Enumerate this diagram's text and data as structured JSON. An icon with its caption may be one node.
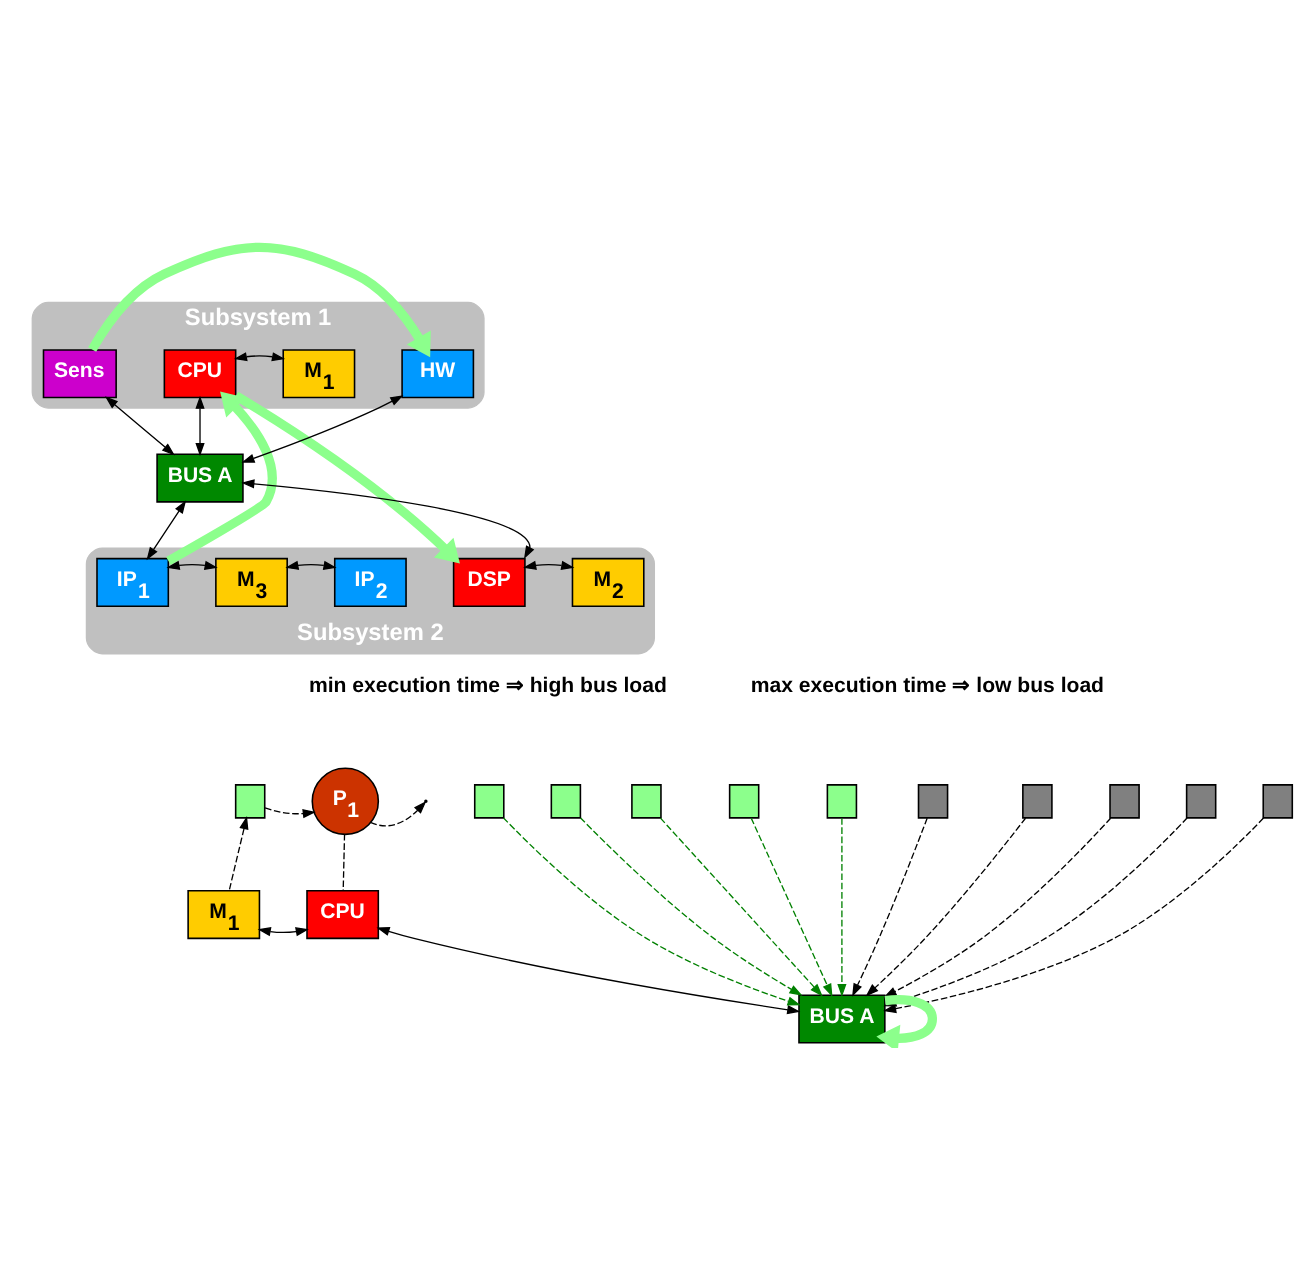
{
  "diagram": {
    "nodes": [
      {
        "text": [
          "Subsystem 1"
        ]
      },
      {
        "text": [
          "Sens"
        ],
        "in": 0
      },
      {
        "text": [
          "CPU"
        ],
        "in": 0
      },
      {
        "text": [
          "M$_{1}$"
        ],
        "in": 0
      },
      {
        "text": [
          "HW"
        ],
        "in": 0
      },
      {
        "text": [
          "BUS A"
        ]
      },
      {
        "text": [
          "Subsystem 2"
        ]
      },
      {
        "text": [
          "IP$_{1}$"
        ],
        "in": 6
      },
      {
        "text": [
          "M$_{3}$"
        ],
        "in": 6
      },
      {
        "text": [
          "IP$_{2}$"
        ],
        "in": 6
      },
      {
        "text": [
          "DSP"
        ],
        "in": 6
      },
      {
        "text": [
          "M$_{2}$"
        ],
        "in": 6
      },
      {
        "text": [],
        "shape": "box"
      },
      {
        "text": [
          "P$_{1}$"
        ]
      },
      {
        "text": [
          "M$_{1}$"
        ]
      },
      {
        "text": [
          "CPU"
        ]
      },
      {
        "text": [],
        "shape": "box"
      },
      {
        "text": [],
        "shape": "box"
      },
      {
        "text": [],
        "shape": "box"
      },
      {
        "text": [],
        "shape": "box"
      },
      {
        "text": [],
        "shape": "box"
      },
      {
        "text": [],
        "shape": "box"
      },
      {
        "text": [],
        "shape": "box"
      },
      {
        "text": [],
        "shape": "box"
      },
      {
        "text": [],
        "shape": "box"
      },
      {
        "text": [],
        "shape": "box"
      },
      {
        "text": [
          "BUS A"
        ]
      }
    ],
    "edges": [
      {
        "from": 2,
        "to": 3,
        "arrow": "both"
      },
      {
        "from": 1,
        "to": 5,
        "arrow": "both"
      },
      {
        "from": 2,
        "to": 5,
        "arrow": "both"
      },
      {
        "from": 4,
        "to": 5,
        "arrow": "both"
      },
      {
        "from": 1,
        "to": 4,
        "arrow": "to",
        "style": "thick",
        "color": "#8cff8c"
      },
      {
        "from": 7,
        "to": 2,
        "arrow": "to",
        "style": "thick",
        "color": "#8cff8c"
      },
      {
        "from": 2,
        "to": 10,
        "arrow": "to",
        "style": "thick",
        "color": "#8cff8c"
      },
      {
        "from": 7,
        "to": 5,
        "arrow": "both"
      },
      {
        "from": 10,
        "to": 5,
        "arrow": "both"
      },
      {
        "from": 7,
        "to": 8,
        "arrow": "both"
      },
      {
        "from": 8,
        "to": 9,
        "arrow": "both"
      },
      {
        "from": 10,
        "to": 11,
        "arrow": "both"
      },
      {
        "from": 14,
        "to": 12,
        "arrow": "to",
        "style": "dashed"
      },
      {
        "from": 12,
        "to": 13,
        "arrow": "to",
        "style": "dashed"
      },
      {
        "from": 13,
        "to": null,
        "arrow": "to",
        "style": "dashed"
      },
      {
        "from": 13,
        "to": 15,
        "arrow": "none",
        "style": "dashed"
      },
      {
        "from": 14,
        "to": 15,
        "arrow": "both"
      },
      {
        "from": 15,
        "to": 26,
        "arrow": "both"
      },
      {
        "from": 16,
        "to": 26,
        "arrow": "to",
        "style": "dashed",
        "color": "#008000"
      },
      {
        "from": 17,
        "to": 26,
        "arrow": "to",
        "style": "dashed",
        "color": "#008000"
      },
      {
        "from": 18,
        "to": 26,
        "arrow": "to",
        "style": "dashed",
        "color": "#008000"
      },
      {
        "from": 19,
        "to": 26,
        "arrow": "to",
        "style": "dashed",
        "color": "#008000"
      },
      {
        "from": 20,
        "to": 26,
        "arrow": "to",
        "style": "dashed",
        "color": "#008000"
      },
      {
        "from": 21,
        "to": 26,
        "arrow": "to",
        "style": "dashed"
      },
      {
        "from": 22,
        "to": 26,
        "arrow": "to",
        "style": "dashed"
      },
      {
        "from": 23,
        "to": 26,
        "arrow": "to",
        "style": "dashed"
      },
      {
        "from": 24,
        "to": 26,
        "arrow": "to",
        "style": "dashed"
      },
      {
        "from": 25,
        "to": 26,
        "arrow": "to",
        "style": "dashed"
      },
      {
        "from": 26,
        "to": 26,
        "arrow": "to",
        "style": "thick",
        "color": "#8cff8c"
      }
    ],
    "labels": [
      "min execution time ⇒ high bus load",
      "max execution time ⇒ low bus load"
    ]
  }
}
